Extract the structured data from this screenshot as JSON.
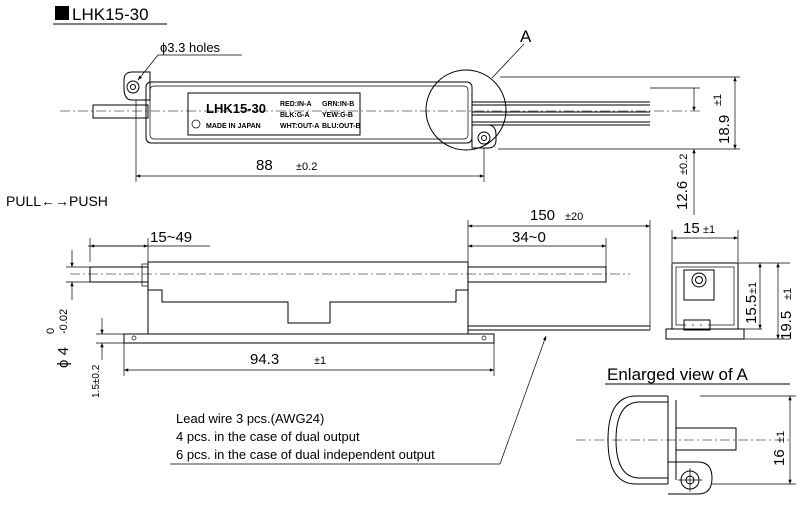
{
  "title": "LHK15-30",
  "top_view": {
    "holes_label": "ϕ3.3 holes",
    "label_model": "LHK15-30",
    "label_made": "MADE IN JAPAN",
    "label_rows": [
      [
        "RED:IN-A",
        "GRN:IN-B"
      ],
      [
        "BLK:G-A",
        "YEW:G-B"
      ],
      [
        "WHT:OUT-A",
        "BLU:OUT-B"
      ]
    ],
    "detail_callout": "A",
    "dim_length": "88",
    "dim_length_tol": "±0.2",
    "dim_height": "18.9",
    "dim_height_tol": "±1",
    "dim_offset": "12.6",
    "dim_offset_tol": "±0.2"
  },
  "side_view": {
    "pull_push_label": "PULL←→PUSH",
    "dim_stroke_left": "15~49",
    "dim_lead": "150",
    "dim_lead_tol": "±20",
    "dim_stroke_right": "34~0",
    "dim_base": "94.3",
    "dim_base_tol": "±1",
    "dim_dia": "ϕ 4",
    "dim_dia_tol_upper": "0",
    "dim_dia_tol_lower": "-0.02",
    "dim_flange": "1.5±0.2"
  },
  "end_view": {
    "dim_width": "15",
    "dim_width_tol": "±1",
    "dim_h1": "15.5",
    "dim_h1_tol": "±1",
    "dim_h2": "19.5",
    "dim_h2_tol": "±1"
  },
  "enlarged": {
    "title": "Enlarged view of A",
    "dim": "16",
    "dim_tol": "±1"
  },
  "notes": [
    "Lead wire 3 pcs.(AWG24)",
    "4 pcs. in the case of dual output",
    "6 pcs. in the case of dual independent output"
  ]
}
